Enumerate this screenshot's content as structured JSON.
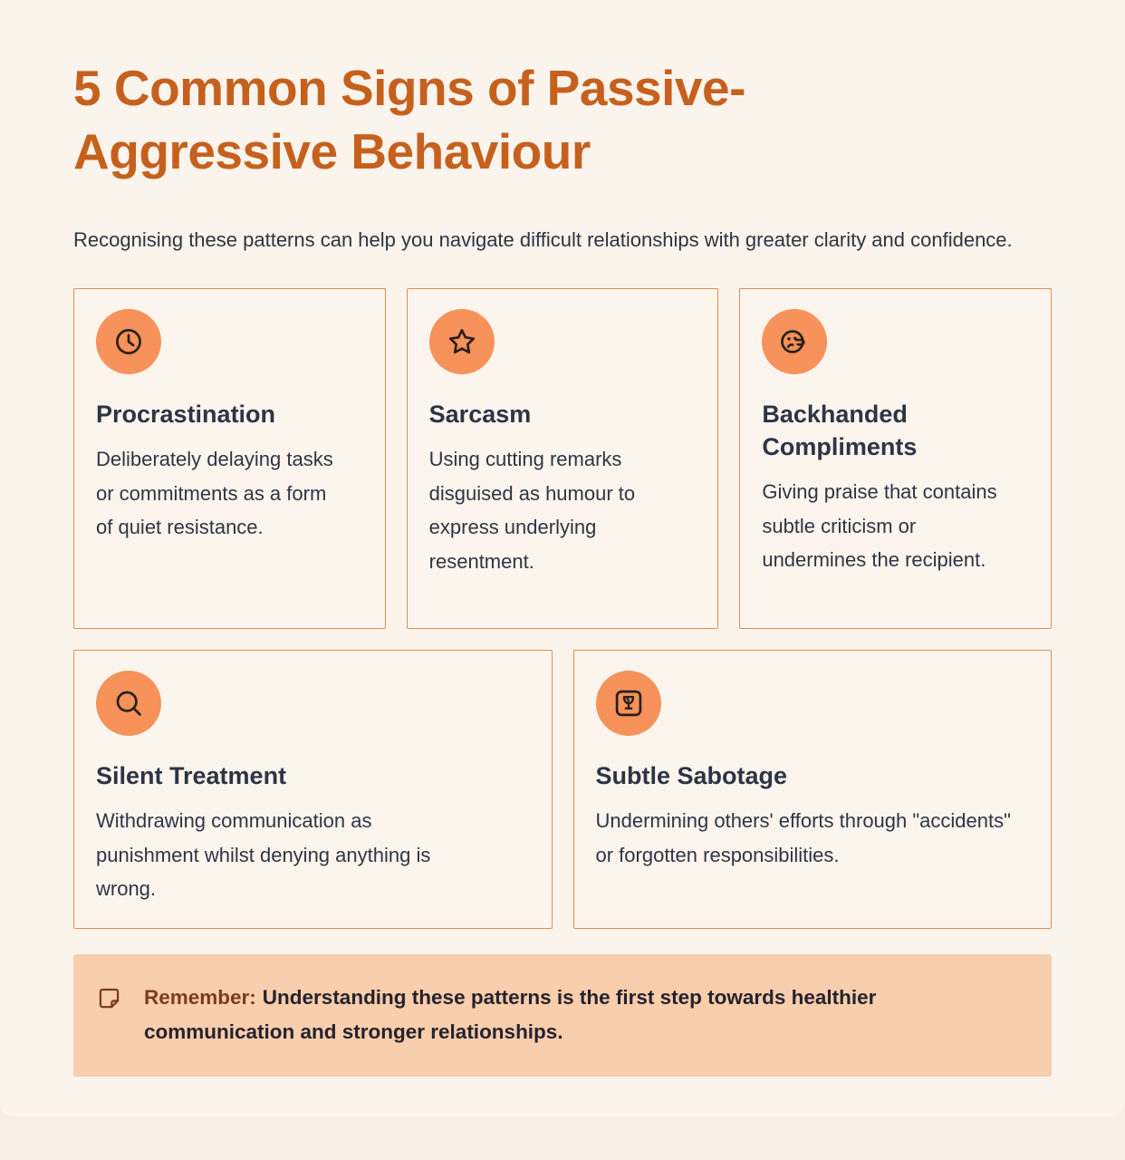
{
  "header": {
    "title": "5 Common Signs of Passive-Aggressive Behaviour",
    "subtitle": "Recognising these patterns can help you navigate difficult relationships with greater clarity and confidence."
  },
  "cards": [
    {
      "icon": "clock-icon",
      "title": "Procrastination",
      "body": "Deliberately delaying tasks or commitments as a form of quiet resistance."
    },
    {
      "icon": "star-icon",
      "title": "Sarcasm",
      "body": "Using cutting remarks disguised as humour to express underlying resentment."
    },
    {
      "icon": "lying-face-icon",
      "title": "Backhanded Compliments",
      "body": "Giving praise that contains subtle criticism or undermines the recipient."
    },
    {
      "icon": "magnifier-icon",
      "title": "Silent Treatment",
      "body": "Withdrawing communication as punishment whilst denying anything is wrong."
    },
    {
      "icon": "fragile-glass-icon",
      "title": "Subtle Sabotage",
      "body": "Undermining others' efforts through \"accidents\" or forgotten responsibilities."
    }
  ],
  "reminder": {
    "label": "Remember:",
    "text": "Understanding these patterns is the first step towards healthier communication and stronger relationships."
  },
  "colors": {
    "page_background": "#FBF4EC",
    "card_background": "#FCF5ED",
    "card_border": "#DE8C52",
    "icon_circle": "#F6925A",
    "icon_stroke": "#2A2017",
    "title_orange": "#C6601D",
    "body_text": "#2D3444",
    "banner_background": "#F8CEAD",
    "banner_label": "#7B3B1E",
    "banner_text": "#26222C"
  }
}
